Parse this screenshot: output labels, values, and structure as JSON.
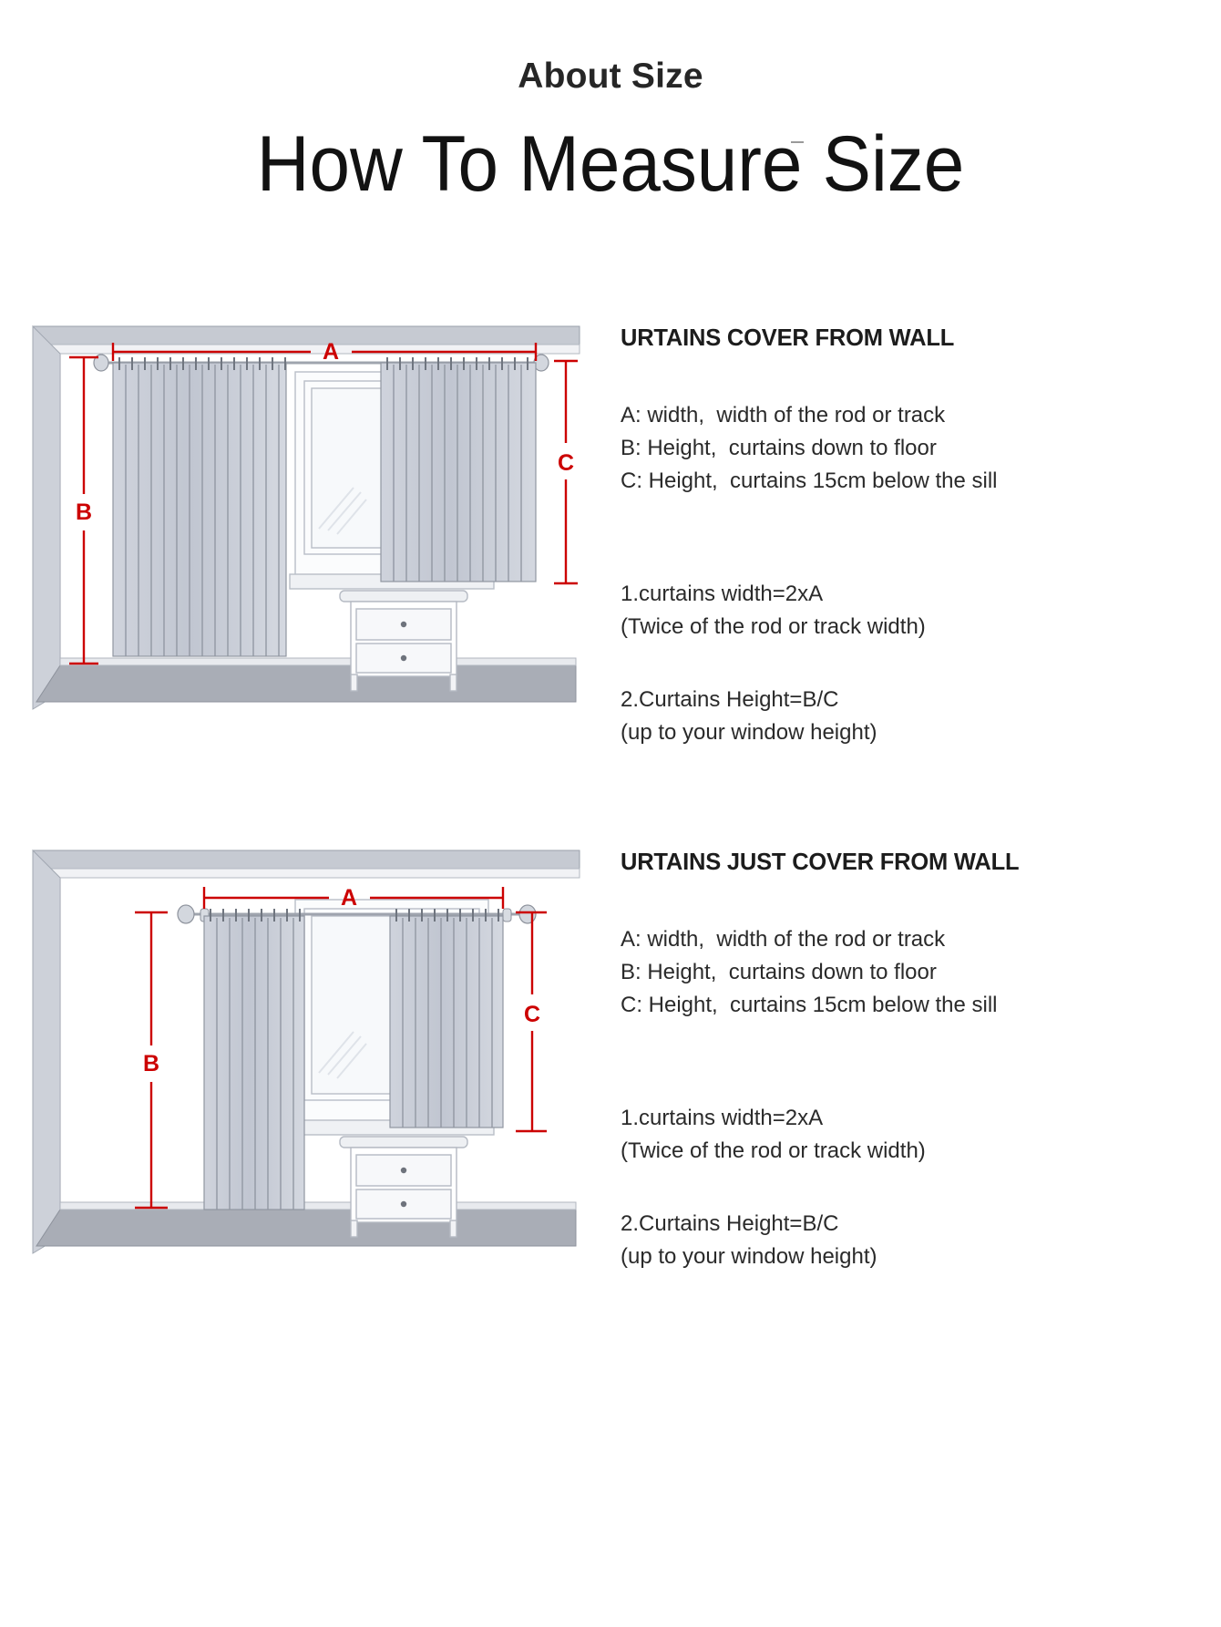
{
  "page": {
    "eyebrow_title": "About Size",
    "main_title": "How To Measure Size"
  },
  "sections": [
    {
      "id": "curtains-cover-from-wall",
      "title": "URTAINS COVER FROM WALL",
      "definitions": [
        "A: width,  width of the rod or track",
        "B: Height,  curtains down to floor",
        "C: Height,  curtains 15cm below the sill"
      ],
      "notes": [
        {
          "head": "1.curtains width=2xA",
          "sub": "(Twice of the rod or track width)"
        },
        {
          "head": "2.Curtains Height=B/C",
          "sub": "(up to your window height)"
        }
      ],
      "diagram": {
        "labels": {
          "a": "A",
          "b": "B",
          "c": "C"
        },
        "accent_color": "#cc0000",
        "wall_color": "#b8bcc4",
        "curtain_color": "#c3c7d1",
        "floor_color": "#a9adb6",
        "style": "wide-curtains-floor-length"
      }
    },
    {
      "id": "curtains-just-cover-from-wall",
      "title": "URTAINS JUST COVER FROM WALL",
      "definitions": [
        "A: width,  width of the rod or track",
        "B: Height,  curtains down to floor",
        "C: Height,  curtains 15cm below the sill"
      ],
      "notes": [
        {
          "head": "1.curtains width=2xA",
          "sub": "(Twice of the rod or track width)"
        },
        {
          "head": "2.Curtains Height=B/C",
          "sub": "(up to your window height)"
        }
      ],
      "diagram": {
        "labels": {
          "a": "A",
          "b": "B",
          "c": "C"
        },
        "accent_color": "#cc0000",
        "wall_color": "#b8bcc4",
        "curtain_color": "#c3c7d1",
        "floor_color": "#a9adb6",
        "style": "narrow-curtains-window-only"
      }
    }
  ]
}
